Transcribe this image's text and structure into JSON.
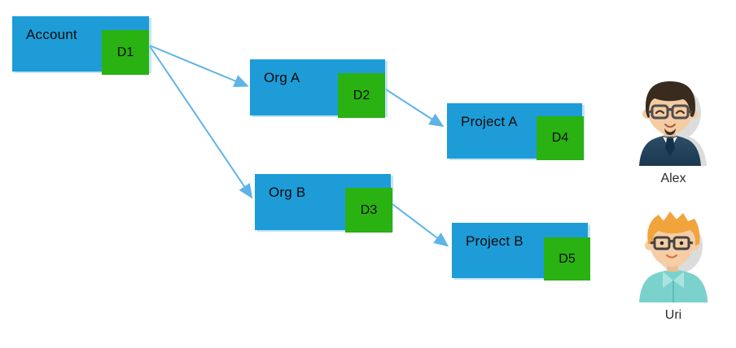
{
  "diagram": {
    "colors": {
      "node": "#1E9CD8",
      "badge": "#29B212",
      "arrow": "#5EB3E8"
    },
    "nodes": [
      {
        "id": "account",
        "label": "Account",
        "badge": "D1"
      },
      {
        "id": "org-a",
        "label": "Org A",
        "badge": "D2"
      },
      {
        "id": "org-b",
        "label": "Org B",
        "badge": "D3"
      },
      {
        "id": "project-a",
        "label": "Project A",
        "badge": "D4"
      },
      {
        "id": "project-b",
        "label": "Project B",
        "badge": "D5"
      }
    ],
    "edges": [
      {
        "from": "D1",
        "to": "Org A"
      },
      {
        "from": "D1",
        "to": "Org B"
      },
      {
        "from": "D2",
        "to": "Project A"
      },
      {
        "from": "D3",
        "to": "Project B"
      }
    ]
  },
  "users": [
    {
      "name": "Alex"
    },
    {
      "name": "Uri"
    }
  ]
}
